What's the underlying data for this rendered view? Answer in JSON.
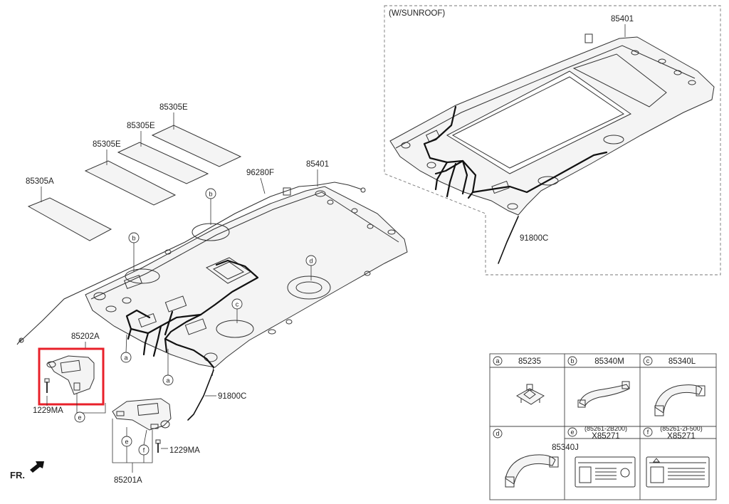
{
  "sunroof_label": "(W/SUNROOF)",
  "parts": {
    "p85401_top": "85401",
    "p85401_main": "85401",
    "p91800c_top": "91800C",
    "p91800c_main": "91800C",
    "p96280f": "96280F",
    "p85305a": "85305A",
    "p85305e_1": "85305E",
    "p85305e_2": "85305E",
    "p85305e_3": "85305E",
    "p85202a": "85202A",
    "p85201a": "85201A",
    "p1229ma_left": "1229MA",
    "p1229ma_right": "1229MA"
  },
  "callouts": {
    "a1": "a",
    "a2": "a",
    "b1": "b",
    "b2": "b",
    "c1": "c",
    "d1": "d",
    "e1": "e",
    "e2": "e",
    "f1": "f"
  },
  "front_label": "FR.",
  "table": {
    "cells": [
      {
        "letter": "a",
        "part": "85235"
      },
      {
        "letter": "b",
        "part": "85340M"
      },
      {
        "letter": "c",
        "part": "85340L"
      },
      {
        "letter": "d",
        "part": "85340J"
      },
      {
        "letter": "e",
        "sub": "(85261-2B200)",
        "part": "X85271"
      },
      {
        "letter": "f",
        "sub": "(85261-2F500)",
        "part": "X85271"
      }
    ]
  },
  "colors": {
    "highlight": "#e8202a",
    "line": "#333333"
  }
}
